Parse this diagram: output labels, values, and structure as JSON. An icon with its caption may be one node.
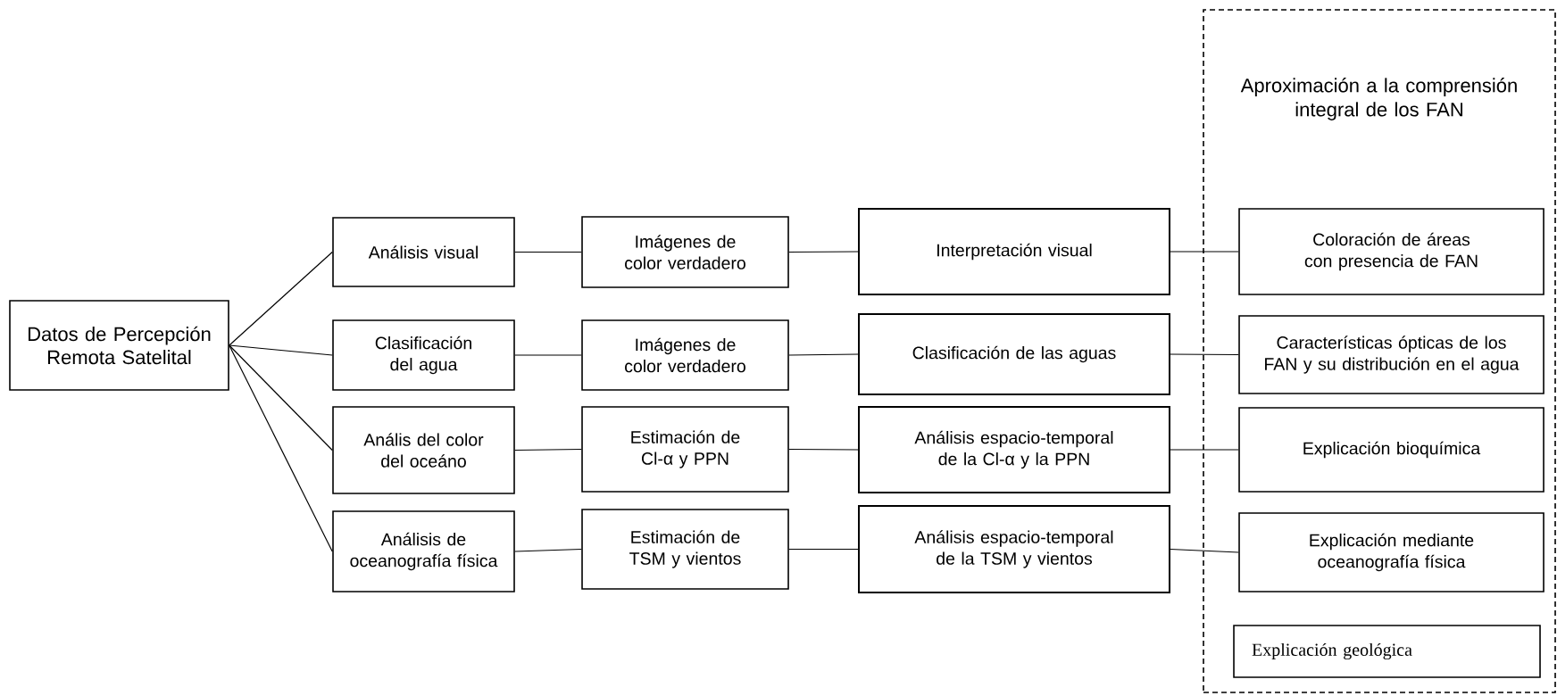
{
  "diagram": {
    "nodes": [
      {
        "text": [
          "Datos de Percepción Remota Satelital"
        ]
      },
      {
        "text": [
          "Análisis visual"
        ]
      },
      {
        "text": [
          "Clasificación del agua"
        ]
      },
      {
        "text": [
          "Anális del color del oceáno"
        ]
      },
      {
        "text": [
          "Análisis de oceanografía física"
        ]
      },
      {
        "text": [
          "Imágenes de color verdadero"
        ]
      },
      {
        "text": [
          "Imágenes de color verdadero"
        ]
      },
      {
        "text": [
          "Estimación de Cl-α y PPN"
        ]
      },
      {
        "text": [
          "Estimación de TSM y vientos"
        ]
      },
      {
        "text": [
          "Interpretación visual"
        ]
      },
      {
        "text": [
          "Clasificación de las aguas"
        ]
      },
      {
        "text": [
          "Análisis espacio-temporal de la Cl-α y la PPN"
        ]
      },
      {
        "text": [
          "Análisis espacio-temporal de la TSM y vientos"
        ]
      },
      {
        "text": [
          "Aproximación a la comprensión integral de los FAN"
        ]
      },
      {
        "text": [
          "Coloración de áreas con presencia de FAN"
        ],
        "in": 13
      },
      {
        "text": [
          "Características ópticas de los FAN y su distribución en el agua"
        ],
        "in": 13
      },
      {
        "text": [
          "Explicación bioquímica"
        ],
        "in": 13
      },
      {
        "text": [
          "Explicación mediante oceanografía física"
        ],
        "in": 13
      },
      {
        "text": [
          "Explicación geológica"
        ],
        "in": 13
      }
    ],
    "edges": [
      {
        "from": 0,
        "to": 1,
        "arrow": "none"
      },
      {
        "from": 0,
        "to": 2,
        "arrow": "none"
      },
      {
        "from": 0,
        "to": 3,
        "arrow": "none"
      },
      {
        "from": 0,
        "to": 4,
        "arrow": "none"
      },
      {
        "from": 1,
        "to": 5,
        "arrow": "none"
      },
      {
        "from": 2,
        "to": 6,
        "arrow": "none"
      },
      {
        "from": 3,
        "to": 7,
        "arrow": "none"
      },
      {
        "from": 4,
        "to": 8,
        "arrow": "none"
      },
      {
        "from": 5,
        "to": 9,
        "arrow": "none"
      },
      {
        "from": 6,
        "to": 10,
        "arrow": "none"
      },
      {
        "from": 7,
        "to": 11,
        "arrow": "none"
      },
      {
        "from": 8,
        "to": 12,
        "arrow": "none"
      },
      {
        "from": 9,
        "to": 14,
        "arrow": "none"
      },
      {
        "from": 10,
        "to": 15,
        "arrow": "none"
      },
      {
        "from": 11,
        "to": 16,
        "arrow": "none"
      },
      {
        "from": 12,
        "to": 17,
        "arrow": "none"
      }
    ]
  }
}
